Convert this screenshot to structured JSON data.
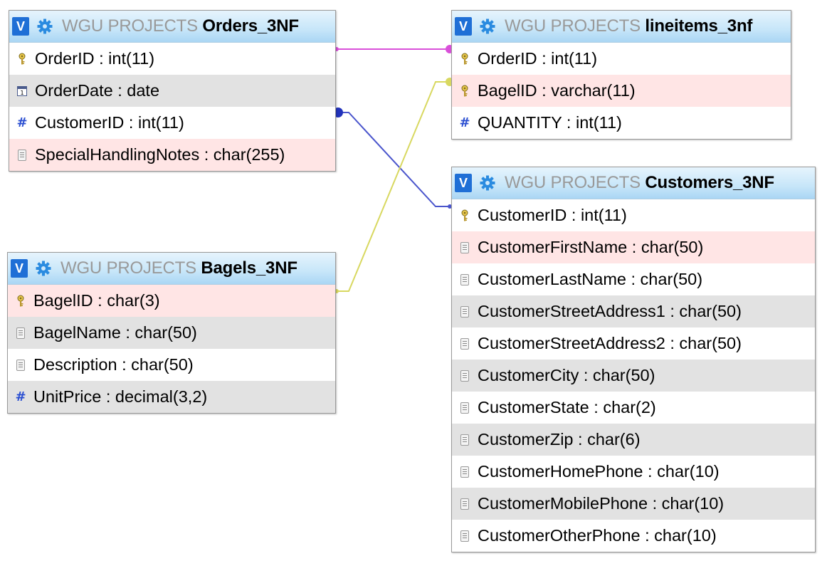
{
  "tables": {
    "orders": {
      "db": "WGU PROJECTS",
      "name": "Orders_3NF",
      "fields": [
        {
          "label": "OrderID : int(11)",
          "icon": "key-icon"
        },
        {
          "label": "OrderDate : date",
          "icon": "date-icon"
        },
        {
          "label": "CustomerID : int(11)",
          "icon": "number-icon"
        },
        {
          "label": "SpecialHandlingNotes : char(255)",
          "icon": "text-icon"
        }
      ]
    },
    "bagels": {
      "db": "WGU PROJECTS",
      "name": "Bagels_3NF",
      "fields": [
        {
          "label": "BagelID : char(3)",
          "icon": "key-icon"
        },
        {
          "label": "BagelName : char(50)",
          "icon": "text-icon"
        },
        {
          "label": "Description : char(50)",
          "icon": "text-icon"
        },
        {
          "label": "UnitPrice : decimal(3,2)",
          "icon": "number-icon"
        }
      ]
    },
    "lineitems": {
      "db": "WGU PROJECTS",
      "name": "lineitems_3nf",
      "fields": [
        {
          "label": "OrderID : int(11)",
          "icon": "key-icon"
        },
        {
          "label": "BagelID : varchar(11)",
          "icon": "key-icon"
        },
        {
          "label": "QUANTITY : int(11)",
          "icon": "number-icon"
        }
      ]
    },
    "customers": {
      "db": "WGU PROJECTS",
      "name": "Customers_3NF",
      "fields": [
        {
          "label": "CustomerID : int(11)",
          "icon": "key-icon"
        },
        {
          "label": "CustomerFirstName : char(50)",
          "icon": "text-icon"
        },
        {
          "label": "CustomerLastName : char(50)",
          "icon": "text-icon"
        },
        {
          "label": "CustomerStreetAddress1 : char(50)",
          "icon": "text-icon"
        },
        {
          "label": "CustomerStreetAddress2 : char(50)",
          "icon": "text-icon"
        },
        {
          "label": "CustomerCity : char(50)",
          "icon": "text-icon"
        },
        {
          "label": "CustomerState : char(2)",
          "icon": "text-icon"
        },
        {
          "label": "CustomerZip : char(6)",
          "icon": "text-icon"
        },
        {
          "label": "CustomerHomePhone : char(10)",
          "icon": "text-icon"
        },
        {
          "label": "CustomerMobilePhone : char(10)",
          "icon": "text-icon"
        },
        {
          "label": "CustomerOtherPhone : char(10)",
          "icon": "text-icon"
        }
      ]
    }
  },
  "toggle_label": "V",
  "colors": {
    "relation_order": "#d94fd9",
    "relation_customer": "#4a55cc",
    "relation_bagel": "#d8d860",
    "header_bg": "#c7e6f9",
    "toggle_bg": "#1f6fd6",
    "row_grey": "#e2e2e2",
    "row_pink": "#ffe5e5"
  }
}
